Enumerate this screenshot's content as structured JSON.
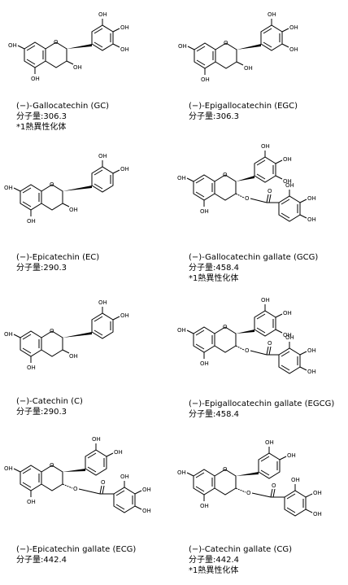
{
  "compounds": [
    {
      "name": "(−)-Gallocatechin (GC)",
      "mw": "分子量:306.3",
      "note": "*1熱異性化体"
    },
    {
      "name": "(−)-Epigallocatechin (EGC)",
      "mw": "分子量:306.3",
      "note": ""
    },
    {
      "name": "(−)-Epicatechin (EC)",
      "mw": "分子量:290.3",
      "note": ""
    },
    {
      "name": "(−)-Gallocatechin gallate (GCG)",
      "mw": "分子量:458.4",
      "note": "*1熱異性化体"
    },
    {
      "name": "(−)-Catechin (C)",
      "mw": "分子量:290.3",
      "note": ""
    },
    {
      "name": "(−)-Epigallocatechin gallate (EGCG)",
      "mw": "分子量:458.4",
      "note": ""
    },
    {
      "name": "(−)-Epicatechin gallate (ECG)",
      "mw": "分子量:442.4",
      "note": ""
    },
    {
      "name": "(−)-Catechin gallate (CG)",
      "mw": "分子量:442.4",
      "note": "*1熱異性化体"
    }
  ],
  "atom_labels": {
    "oh": "OH",
    "o": "O",
    "ring_o": "O"
  }
}
